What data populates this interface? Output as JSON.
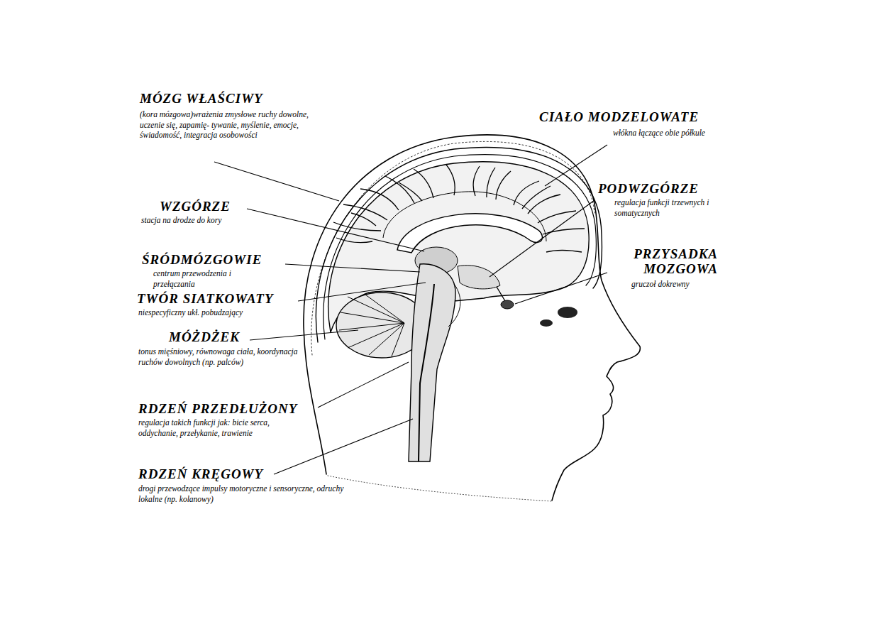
{
  "diagram": {
    "labels": [
      "MÓZG WŁAŚCIWY",
      "(kora mózgowa)wrażenia zmysłowe ruchy dowolne, uczenie się, zapamię- tywanie, myślenie, emocje, świadomość, integracja osobowości",
      "CIAŁO MODZELOWATE",
      "włókna łączące obie półkule",
      "WZGÓRZE",
      "stacja na drodze do kory",
      "PODWZGÓRZE",
      "regulacja funkcji trzewnych i somatycznych",
      "ŚRÓDMÓZGOWIE",
      "centrum przewodzenia i przełączania",
      "PRZYSADKA MOZGOWA",
      "gruczoł dokrewny",
      "TWÓR SIATKOWATY",
      "niespecyficzny ukł. pobudzający",
      "MÓŻDŻEK",
      "tonus mięśniowy, równowaga ciała, koordynacja ruchów dowolnych (np. palców)",
      "RDZEŃ PRZEDŁUŻONY",
      "regulacja takich funkcji jak: bicie serca, oddychanie, przełykanie, trawienie",
      "RDZEŃ KRĘGOWY",
      "drogi przewodzące impulsy motoryczne i sensoryczne, odruchy lokalne (np. kolanowy)"
    ]
  }
}
